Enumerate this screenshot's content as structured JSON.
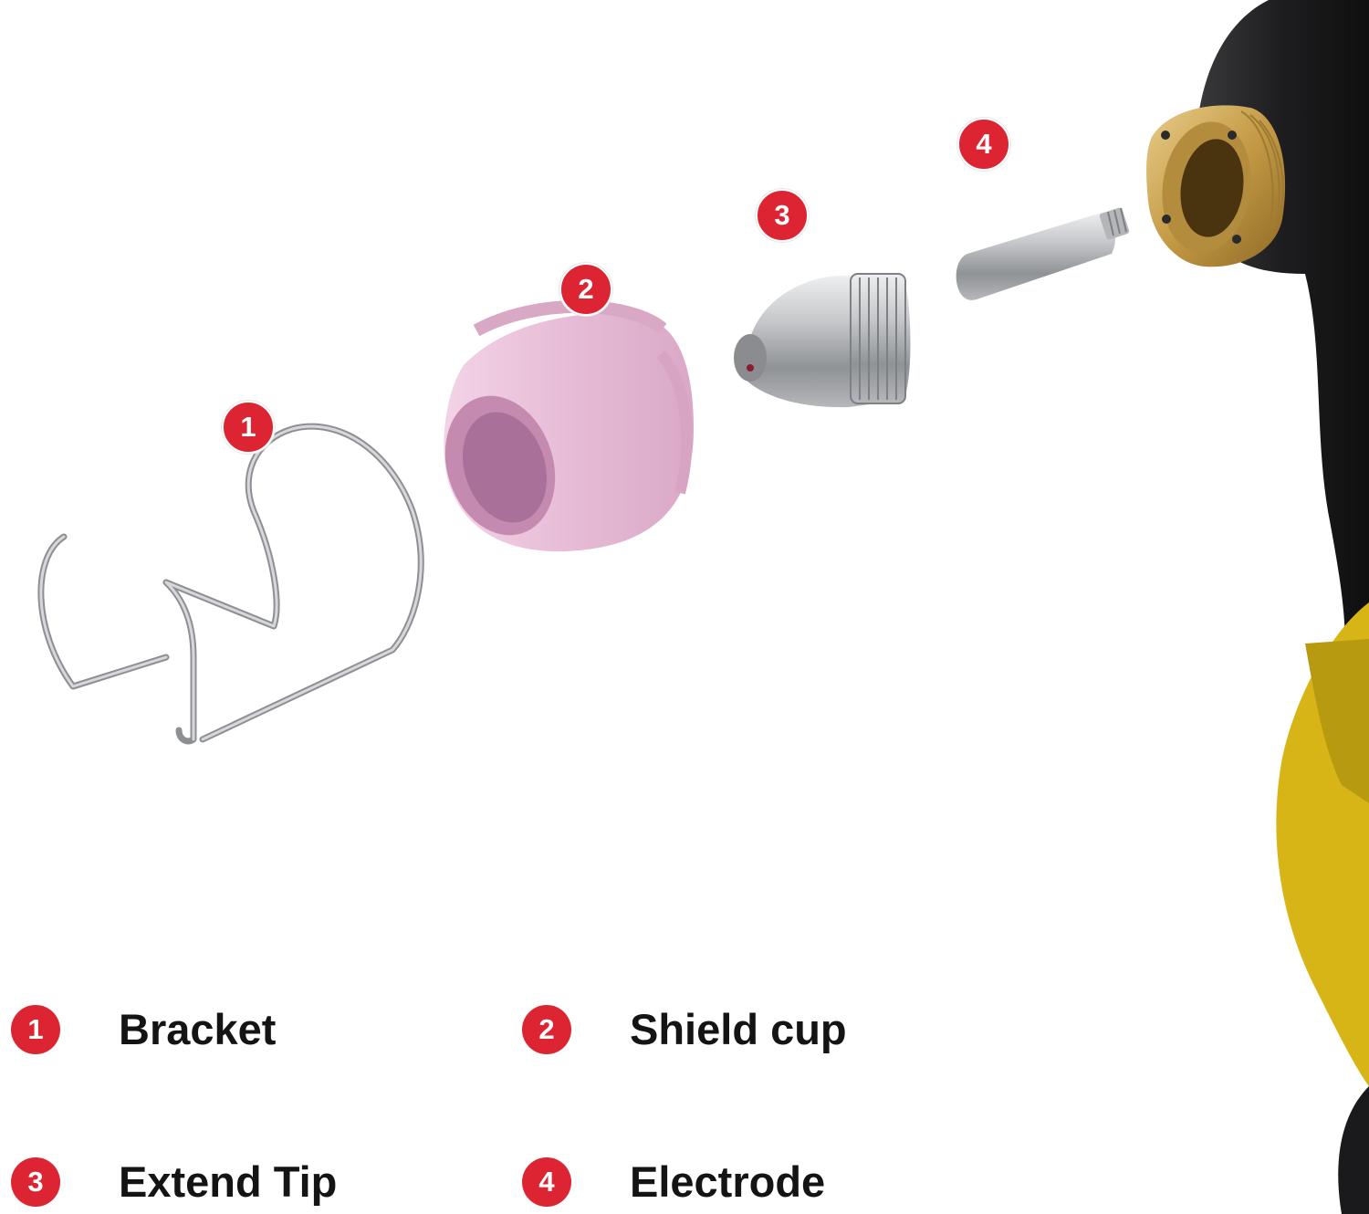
{
  "parts": [
    {
      "number": "1",
      "name": "Bracket"
    },
    {
      "number": "2",
      "name": "Shield cup"
    },
    {
      "number": "3",
      "name": "Extend Tip"
    },
    {
      "number": "4",
      "name": "Electrode"
    }
  ],
  "colors": {
    "marker_red": "#dc2433",
    "label_text": "#141414",
    "shield_pink": "#e9bfd9",
    "metal_silver": "#b9bbbe",
    "brass": "#c9a253",
    "torch_black": "#1c1c1e",
    "torch_yellow": "#d7b517"
  }
}
